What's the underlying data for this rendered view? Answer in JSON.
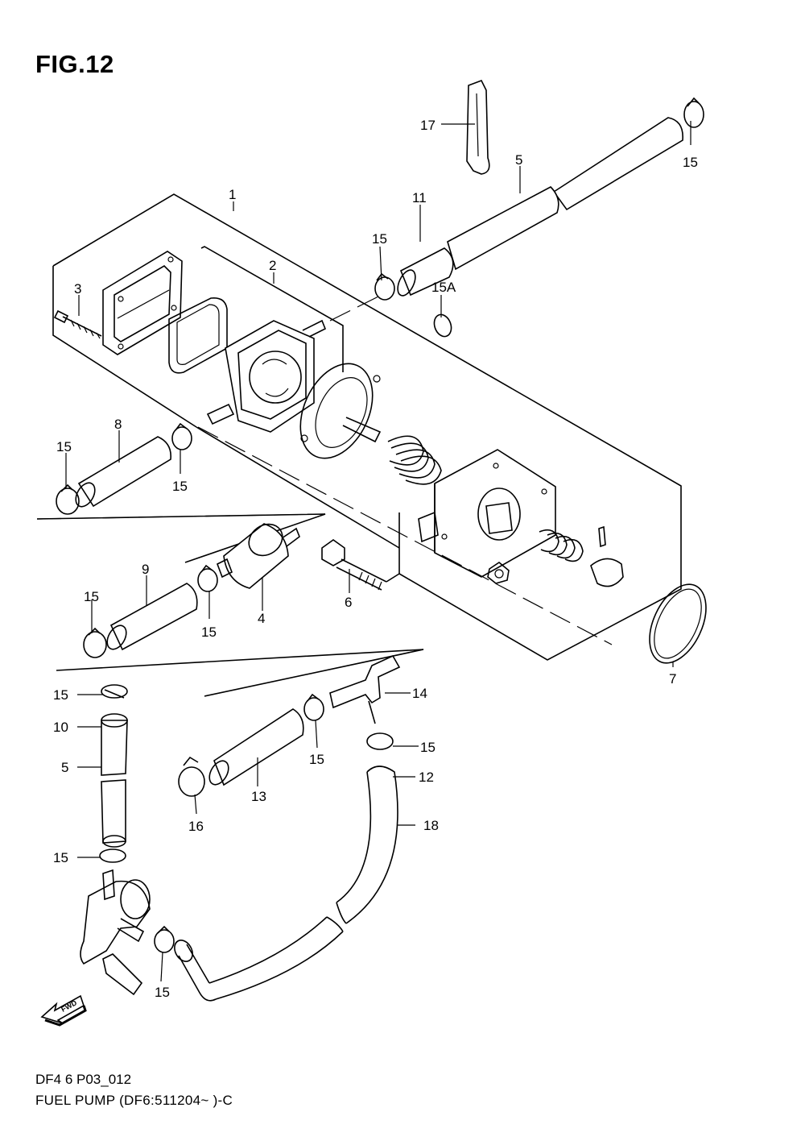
{
  "figure": {
    "title": "FIG.12",
    "code": "DF4 6 P03_012",
    "name": "FUEL PUMP (DF6:511204~ )-C",
    "fwd_label": "FWD"
  },
  "callouts": {
    "c1": "1",
    "c2": "2",
    "c3": "3",
    "c4": "4",
    "c5a": "5",
    "c5b": "5",
    "c6": "6",
    "c7": "7",
    "c8": "8",
    "c9": "9",
    "c10": "10",
    "c11": "11",
    "c12": "12",
    "c13": "13",
    "c14": "14",
    "c15a": "15",
    "c15b": "15",
    "c15c": "15",
    "c15d": "15",
    "c15e": "15",
    "c15f": "15",
    "c15g": "15",
    "c15h": "15",
    "c15i": "15",
    "c15j": "15",
    "c15k": "15",
    "c15A": "15A",
    "c16": "16",
    "c17": "17",
    "c18": "18"
  }
}
